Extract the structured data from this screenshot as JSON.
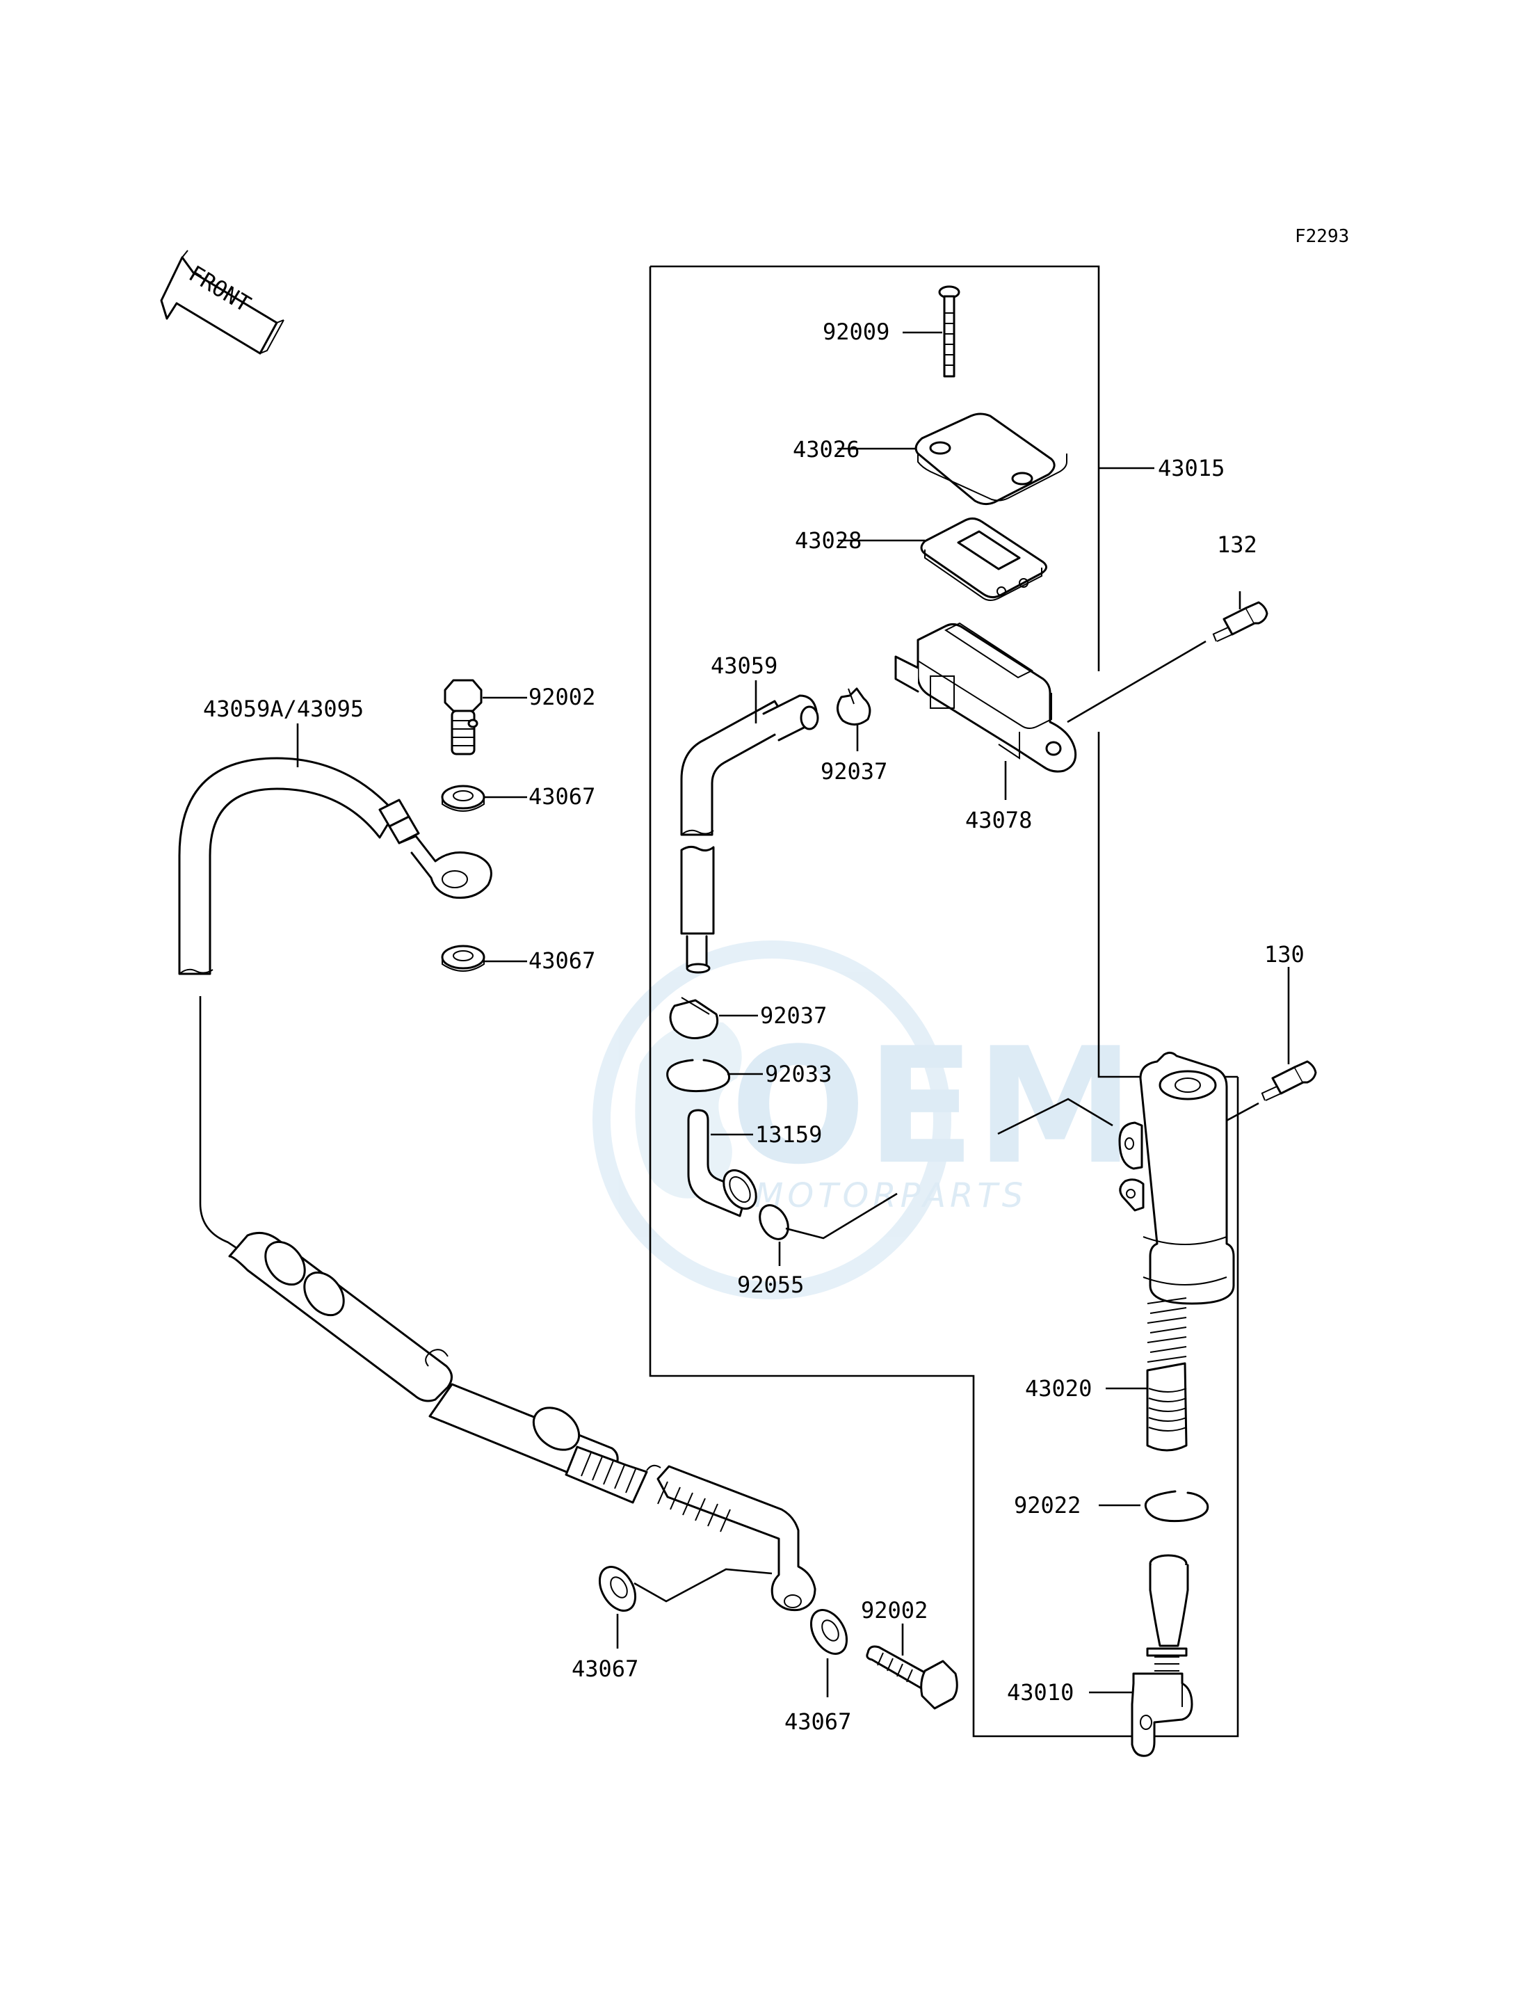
{
  "figure_code": "F2293",
  "front_arrow_label": "FRONT",
  "watermark": {
    "brand_main": "OEM",
    "brand_sub": "MOTORPARTS",
    "color": "#b9d7ec"
  },
  "parts": {
    "p92009": "92009",
    "p43026": "43026",
    "p43028": "43028",
    "p43015": "43015",
    "p132": "132",
    "p43059": "43059",
    "p92037a": "92037",
    "p43078": "43078",
    "p92002a": "92002",
    "p43059A": "43059A/43095",
    "p43067a": "43067",
    "p43067b": "43067",
    "p130": "130",
    "p92037b": "92037",
    "p92033": "92033",
    "p13159": "13159",
    "p92055": "92055",
    "p43020": "43020",
    "p92022": "92022",
    "p43010": "43010",
    "p92002b": "92002",
    "p43067c": "43067",
    "p43067d": "43067"
  }
}
